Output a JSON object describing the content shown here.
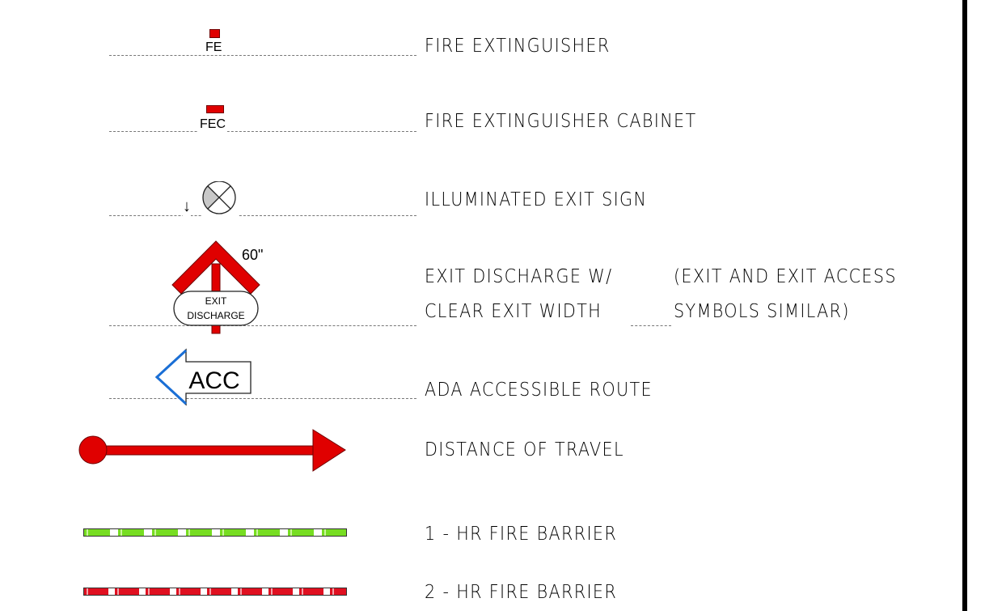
{
  "legend": {
    "items": [
      {
        "key": "fire-extinguisher",
        "symbol_text": "FE",
        "label": "FIRE EXTINGUISHER"
      },
      {
        "key": "fire-extinguisher-cabinet",
        "symbol_text": "FEC",
        "label": "FIRE EXTINGUISHER CABINET"
      },
      {
        "key": "illuminated-exit-sign",
        "symbol_text": "↓",
        "label": "ILLUMINATED EXIT SIGN"
      },
      {
        "key": "exit-discharge",
        "symbol_dimension": "60\"",
        "symbol_text_line1": "EXIT",
        "symbol_text_line2": "DISCHARGE",
        "label_line1": "EXIT DISCHARGE W/",
        "label_line2": "CLEAR EXIT WIDTH",
        "note_line1": "(EXIT AND EXIT ACCESS",
        "note_line2": "SYMBOLS SIMILAR)"
      },
      {
        "key": "ada-accessible-route",
        "symbol_text": "ACC",
        "label": "ADA ACCESSIBLE ROUTE"
      },
      {
        "key": "distance-of-travel",
        "label": "DISTANCE OF TRAVEL"
      },
      {
        "key": "one-hr-fire-barrier",
        "label": "1 - HR FIRE BARRIER"
      },
      {
        "key": "two-hr-fire-barrier",
        "label": "2 - HR FIRE BARRIER"
      }
    ]
  },
  "colors": {
    "fire_red": "#e00000",
    "barrier_green": "#77dd22",
    "barrier_red": "#e01020",
    "ada_blue": "#1a6fd6",
    "exit_sign_fill": "#c8c8c8"
  }
}
